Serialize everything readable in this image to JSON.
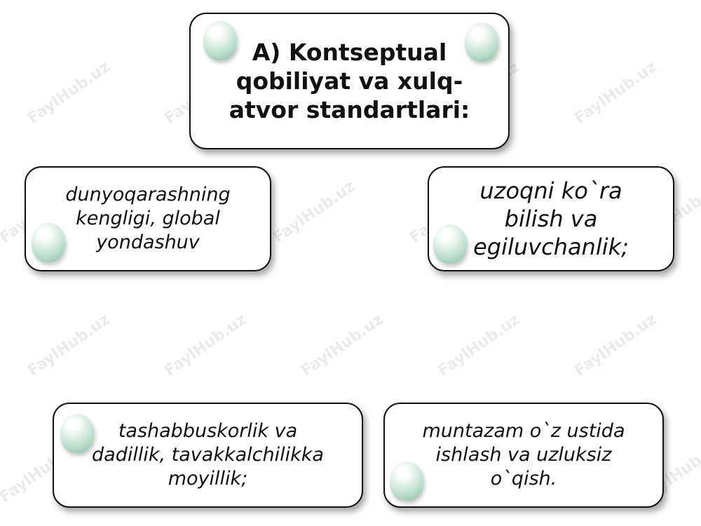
{
  "watermark": "FaylHub.uz",
  "title": [
    "A) Kontseptual",
    "qobiliyat va xulq-",
    "atvor standartlari:"
  ],
  "boxes": [
    [
      "dunyoqarashning",
      "kengligi, global",
      "yondashuv"
    ],
    [
      "uzoqni ko`ra",
      "bilish va",
      "egiluvchanlik;"
    ],
    [
      "tashabbuskorlik va",
      "dadillik, tavakkalchilikka",
      "moyillik;"
    ],
    [
      "muntazam o`z ustida",
      "ishlash va uzluksiz",
      "o`qish."
    ]
  ],
  "decoration": {
    "icon": "water-drop-icon"
  }
}
